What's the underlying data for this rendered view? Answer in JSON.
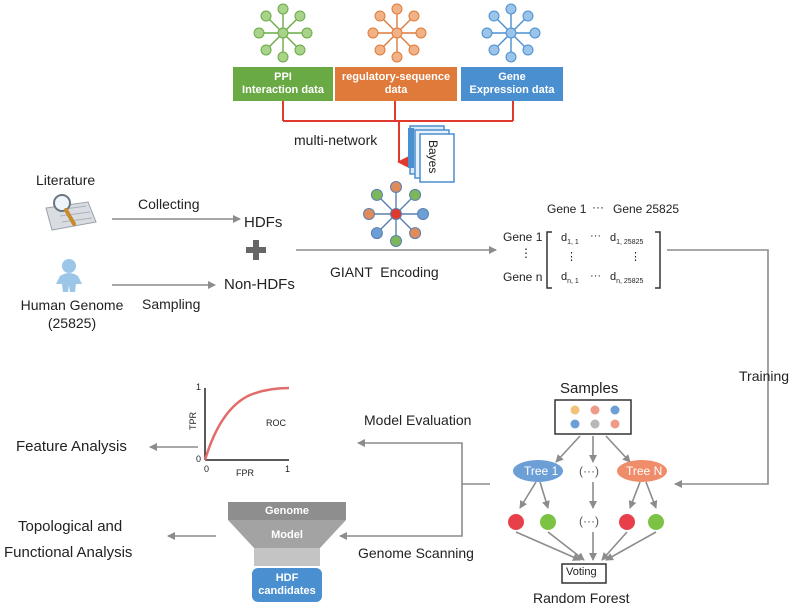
{
  "sources": {
    "ppi": [
      "PPI",
      "Interaction data"
    ],
    "regulatory": [
      "regulatory-sequence",
      "data"
    ],
    "expression": [
      "Gene",
      "Expression data"
    ]
  },
  "colors": {
    "green": "#6aaa45",
    "orange": "#df7a3a",
    "blue": "#4a8fcf",
    "red_arrow": "#e03a2f",
    "gray_arrow": "#8c8c8c",
    "hdf_box": "#4a8fd0"
  },
  "multi_network": "multi-network",
  "bayes": "Bayes",
  "literature": "Literature",
  "collecting": "Collecting",
  "human_genome": [
    "Human Genome",
    "(25825)"
  ],
  "sampling": "Sampling",
  "hdfs": "HDFs",
  "non_hdfs": "Non-HDFs",
  "plus": "+",
  "giant_encoding": "GIANT  Encoding",
  "matrix": {
    "col_first": "Gene 1",
    "col_dots": "···",
    "col_last": "Gene 25825",
    "row_first": "Gene 1",
    "row_vdots": "⋮",
    "row_last": "Gene n",
    "d11": "d",
    "d11_sub": "1, 1",
    "d1n": "d",
    "d1n_sub": "1, 25825",
    "dn1": "d",
    "dn1_sub": "n, 1",
    "dnn": "d",
    "dnn_sub": "n, 25825",
    "hdots": "···",
    "vdots": "⋮"
  },
  "training": "Training",
  "samples": "Samples",
  "tree1": "Tree 1",
  "tree_mid": "(···)",
  "treeN": "Tree N",
  "leaf_mid": "(···)",
  "voting": "Voting",
  "random_forest": "Random Forest",
  "model_evaluation": "Model Evaluation",
  "genome_scanning": "Genome Scanning",
  "feature_analysis": "Feature Analysis",
  "topological": [
    "Topological and",
    "Functional Analysis"
  ],
  "roc": {
    "ylabel": "TPR",
    "xlabel": "FPR",
    "title": "ROC",
    "y_top": "1",
    "origin": "0",
    "x_right": "1"
  },
  "funnel": {
    "genome": "Genome",
    "model": "Model",
    "hdf": [
      "HDF",
      "candidates"
    ]
  }
}
